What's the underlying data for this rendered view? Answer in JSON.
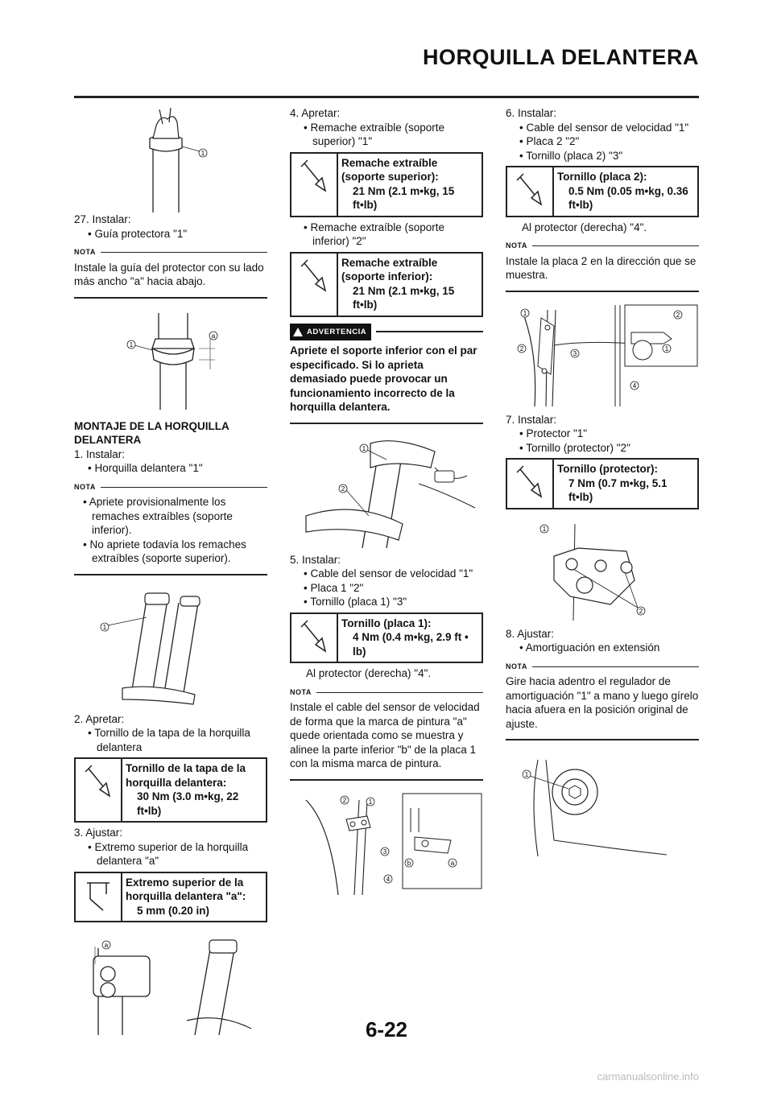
{
  "header": {
    "title": "HORQUILLA DELANTERA"
  },
  "page_number": "6-22",
  "watermark": "carmanualsonline.info",
  "col1": {
    "step27": "27. Instalar:",
    "step27_b1": "• Guía protectora \"1\"",
    "nota_label": "NOTA",
    "nota1": "Instale la guía del protector con su lado más ancho \"a\" hacia abajo.",
    "section_heading": "MONTAJE DE LA HORQUILLA DELANTERA",
    "step1": "1.  Instalar:",
    "step1_b1": "• Horquilla delantera \"1\"",
    "nota2_b1": "• Apriete provisionalmente los remaches extraíbles (soporte inferior).",
    "nota2_b2": "• No apriete todavía los remaches extraíbles (soporte superior).",
    "step2": "2.  Apretar:",
    "step2_b1": "• Tornillo de la tapa de la horquilla delantera",
    "spec1_title": "Tornillo de la tapa de la horquilla delantera:",
    "spec1_value": "30 Nm (3.0 m•kg, 22 ft•lb)",
    "step3": "3.  Ajustar:",
    "step3_b1": "• Extremo superior de la horquilla delantera \"a\"",
    "spec2_title": "Extremo superior de la horquilla delantera \"a\":",
    "spec2_value": "5 mm (0.20 in)"
  },
  "col2": {
    "step4": "4.  Apretar:",
    "step4_b1": "• Remache extraíble (soporte superior) \"1\"",
    "spec1_title": "Remache extraíble (soporte superior):",
    "spec1_value": "21 Nm (2.1 m•kg, 15 ft•lb)",
    "step4_b2": "• Remache extraíble (soporte inferior) \"2\"",
    "spec2_title": "Remache extraíble (soporte inferior):",
    "spec2_value": "21 Nm (2.1 m•kg, 15 ft•lb)",
    "warn_label": "ADVERTENCIA",
    "warn_text": "Apriete el soporte inferior con el par especificado. Si lo aprieta demasiado puede provocar un funcionamiento incorrecto de la horquilla delantera.",
    "step5": "5.  Instalar:",
    "step5_b1": "• Cable del sensor de velocidad \"1\"",
    "step5_b2": "• Placa 1 \"2\"",
    "step5_b3": "• Tornillo (placa 1) \"3\"",
    "spec3_title": "Tornillo (placa 1):",
    "spec3_value": "4 Nm (0.4 m•kg, 2.9 ft • lb)",
    "step5_after": "Al protector (derecha) \"4\".",
    "nota_label": "NOTA",
    "nota": "Instale el cable del sensor de velocidad de forma que la marca de pintura \"a\" quede orientada como se muestra y alinee la parte inferior \"b\" de la placa 1 con la misma marca de pintura."
  },
  "col3": {
    "step6": "6.  Instalar:",
    "step6_b1": "• Cable del sensor de velocidad \"1\"",
    "step6_b2": "• Placa 2 \"2\"",
    "step6_b3": "• Tornillo (placa 2) \"3\"",
    "spec1_title": "Tornillo (placa 2):",
    "spec1_value": "0.5 Nm (0.05 m•kg, 0.36 ft•lb)",
    "step6_after": "Al protector (derecha) \"4\".",
    "nota_label": "NOTA",
    "nota1": "Instale la placa 2 en la dirección que se muestra.",
    "step7": "7.  Instalar:",
    "step7_b1": "• Protector \"1\"",
    "step7_b2": "• Tornillo (protector) \"2\"",
    "spec2_title": "Tornillo (protector):",
    "spec2_value": "7 Nm (0.7 m•kg, 5.1 ft•lb)",
    "step8": "8.  Ajustar:",
    "step8_b1": "• Amortiguación en extensión",
    "nota2": "Gire hacia adentro el regulador de amortiguación \"1\" a mano y luego gírelo hacia afuera en la posición original de ajuste."
  },
  "labels": {
    "n1": "1",
    "n2": "2",
    "n3": "3",
    "n4": "4",
    "a": "a",
    "b": "b"
  }
}
